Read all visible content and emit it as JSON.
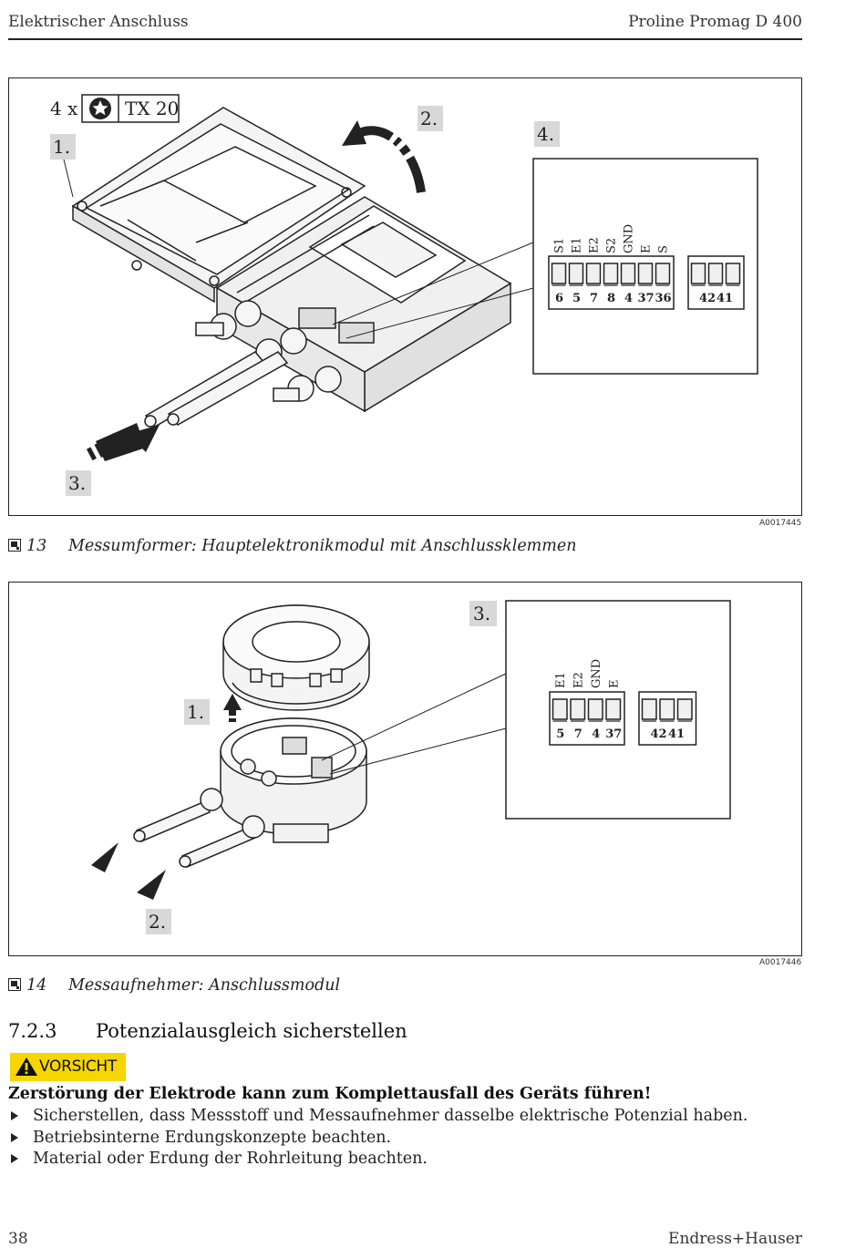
{
  "header": {
    "left": "Elektrischer Anschluss",
    "right": "Proline Promag D 400"
  },
  "figure13": {
    "tool_qty": "4 x",
    "tool_label": "TX 20",
    "steps": [
      "1.",
      "2.",
      "3.",
      "4."
    ],
    "terminal_labels": [
      "S1",
      "E1",
      "E2",
      "S2",
      "GND",
      "E",
      "S"
    ],
    "terminal_numbers": [
      "6",
      "5",
      "7",
      "8",
      "4",
      "37",
      "36"
    ],
    "terminal_numbers_right": [
      "42",
      "41"
    ],
    "code": "A0017445",
    "number": "13",
    "caption": "Messumformer: Hauptelektronikmodul mit Anschlussklemmen"
  },
  "figure14": {
    "steps": [
      "1.",
      "2.",
      "3."
    ],
    "terminal_labels": [
      "E1",
      "E2",
      "GND",
      "E"
    ],
    "terminal_numbers": [
      "5",
      "7",
      "4",
      "37"
    ],
    "terminal_numbers_right": [
      "42",
      "41"
    ],
    "code": "A0017446",
    "number": "14",
    "caption": "Messaufnehmer: Anschlussmodul"
  },
  "section": {
    "number": "7.2.3",
    "title": "Potenzialausgleich sicherstellen"
  },
  "caution": {
    "label": "VORSICHT",
    "icon": "warning-triangle-icon",
    "color": "#f7d500"
  },
  "warning_title": "Zerstörung der Elektrode kann zum Komplettausfall des Geräts führen!",
  "bullets": [
    "Sicherstellen, dass Messstoff und Messaufnehmer dasselbe elektrische Potenzial haben.",
    "Betriebsinterne Erdungskonzepte beachten.",
    "Material oder Erdung der Rohrleitung beachten."
  ],
  "footer": {
    "page": "38",
    "brand": "Endress+Hauser"
  }
}
